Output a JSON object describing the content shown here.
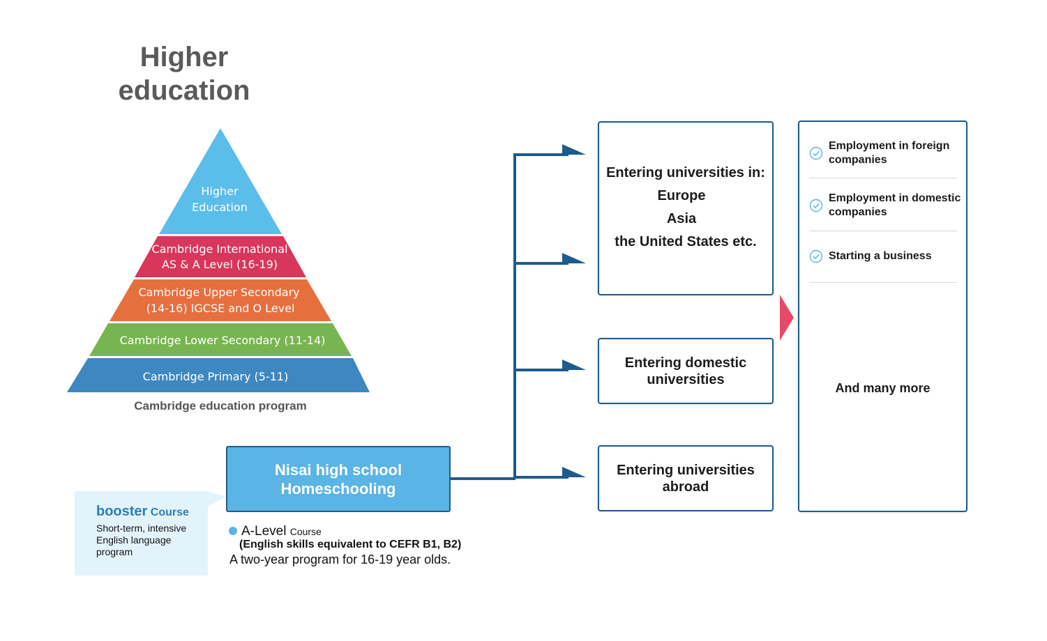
{
  "heading": {
    "line1": "Higher",
    "line2": "education"
  },
  "pyramid": {
    "caption": "Cambridge education program",
    "tiers": [
      {
        "line1": "Higher",
        "line2": "Education",
        "color": "#5bbde9"
      },
      {
        "line1": "Cambridge International",
        "line2": "AS & A Level (16-19)",
        "color": "#d9365b"
      },
      {
        "line1": "Cambridge Upper Secondary",
        "line2": "(14-16) IGCSE and O Level",
        "color": "#e66f3e"
      },
      {
        "line1": "Cambridge Lower Secondary (11-14)",
        "color": "#78b552"
      },
      {
        "line1": "Cambridge Primary (5-11)",
        "color": "#3f87c0"
      }
    ]
  },
  "nisai": {
    "line1": "Nisai high school",
    "line2": "Homeschooling"
  },
  "booster": {
    "name": "booster",
    "course": "Course",
    "description": "Short-term, intensive English language program"
  },
  "alevel": {
    "name": "A-Level",
    "course": "Course",
    "cefr": "(English skills equivalent to CEFR B1, B2)",
    "description": "A two-year program for 16-19 year olds."
  },
  "destinations": {
    "universities": {
      "title": "Entering universities in:",
      "places": [
        "Europe",
        "Asia",
        "the United States etc."
      ]
    },
    "domestic": {
      "line1": "Entering domestic",
      "line2": "universities"
    },
    "abroad": {
      "line1": "Entering universities",
      "line2": "abroad"
    }
  },
  "careers": {
    "items": [
      {
        "line1": "Employment in foreign",
        "line2": "companies",
        "icon": "check-circle-icon"
      },
      {
        "line1": "Employment in domestic",
        "line2": "companies",
        "icon": "check-circle-icon"
      },
      {
        "line1": "Starting a business",
        "icon": "check-circle-icon"
      }
    ],
    "more": "And many more"
  },
  "colors": {
    "navy": "#1e5b8c",
    "light_blue": "#5ab4e6",
    "pink_arrow": "#e8496b"
  }
}
